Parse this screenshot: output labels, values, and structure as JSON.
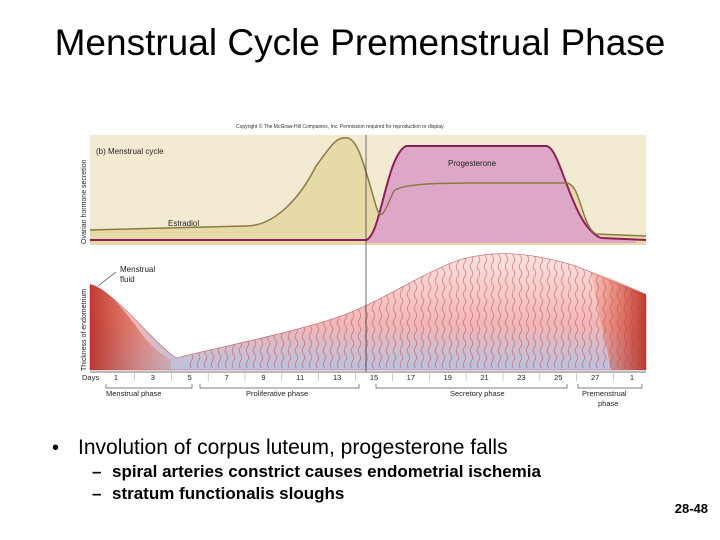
{
  "slide": {
    "title": "Menstrual Cycle Premenstrual Phase",
    "number": "28-48"
  },
  "figure": {
    "copyright": "Copyright © The McGraw-Hill Companies, Inc. Permission required for reproduction or display.",
    "panel_label": "(b) Menstrual cycle",
    "y_label_top": "Ovarian hormone secretion",
    "y_label_bottom": "Thickness of endometrium",
    "progesterone_label": "Progesterone",
    "estradiol_label": "Estradiol",
    "menstrual_fluid_label": [
      "Menstrual",
      "fluid"
    ],
    "days_label": "Days",
    "day_ticks": [
      "1",
      "3",
      "5",
      "7",
      "9",
      "11",
      "13",
      "15",
      "17",
      "19",
      "21",
      "23",
      "25",
      "27",
      "1"
    ],
    "phases": [
      {
        "name": "Menstrual phase"
      },
      {
        "name": "Proliferative phase"
      },
      {
        "name": "Secretory phase"
      },
      {
        "name": "Premenstrual",
        "name2": "phase"
      }
    ],
    "colors": {
      "hormone_bg": "#f3ead2",
      "estradiol_fill": "#e8d9a8",
      "progesterone_fill": "#dea7c8",
      "progesterone_line": "#8e1f57",
      "estradiol_line": "#8a7a45",
      "endometrium": "#f2b7b7",
      "menstrual_red": "#c63a2a"
    }
  },
  "bullets": {
    "main": "Involution of corpus luteum, progesterone falls",
    "sub": [
      "spiral arteries constrict causes endometrial ischemia",
      "stratum functionalis sloughs"
    ]
  }
}
